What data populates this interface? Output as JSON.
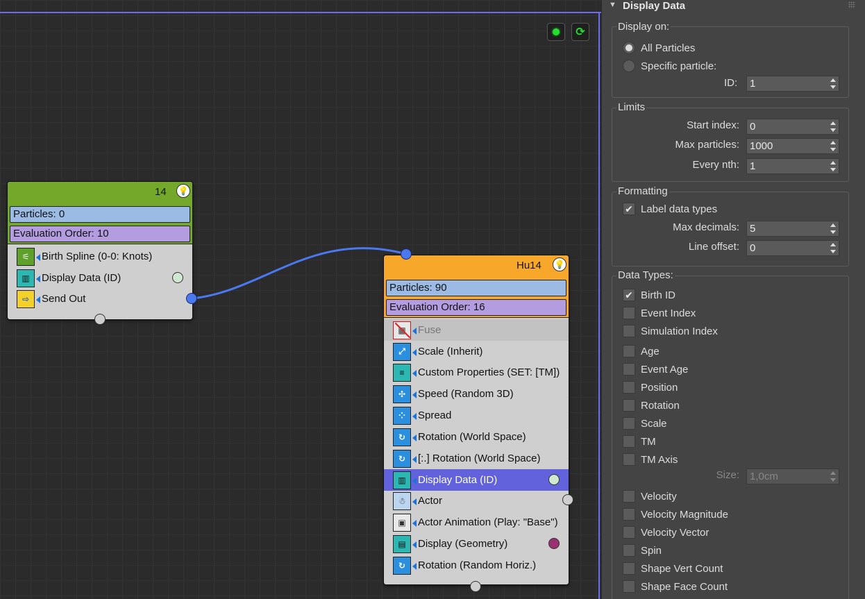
{
  "canvas": {
    "node_birth": {
      "title": "14",
      "particles": "Particles: 0",
      "eval_order": "Evaluation Order: 10",
      "operators": [
        {
          "label": "Birth Spline (0-0: Knots)",
          "icon": "birth-spline-icon",
          "glyph": "⚟"
        },
        {
          "label": "Display Data (ID)",
          "icon": "display-data-icon",
          "glyph": "▥"
        },
        {
          "label": "Send Out",
          "icon": "send-out-icon",
          "glyph": "⇨"
        }
      ]
    },
    "node_hu": {
      "title": "Hu14",
      "particles": "Particles: 90",
      "eval_order": "Evaluation Order: 16",
      "operators": [
        {
          "label": "Fuse",
          "icon": "fuse-icon",
          "glyph": "▦"
        },
        {
          "label": "Scale (Inherit)",
          "icon": "scale-icon",
          "glyph": "⤢"
        },
        {
          "label": "Custom Properties (SET: [TM])",
          "icon": "custom-properties-icon",
          "glyph": "≡"
        },
        {
          "label": "Speed (Random 3D)",
          "icon": "speed-icon",
          "glyph": "✣"
        },
        {
          "label": "Spread",
          "icon": "spread-icon",
          "glyph": "⁘"
        },
        {
          "label": "Rotation (World Space)",
          "icon": "rotation-icon",
          "glyph": "↻"
        },
        {
          "label": "[:.] Rotation (World Space)",
          "icon": "rotation-icon",
          "glyph": "↻"
        },
        {
          "label": "Display Data (ID)",
          "icon": "display-data-icon",
          "glyph": "▥"
        },
        {
          "label": "Actor",
          "icon": "actor-icon",
          "glyph": "☃"
        },
        {
          "label": "Actor Animation (Play: \"Base\")",
          "icon": "actor-animation-icon",
          "glyph": "▣"
        },
        {
          "label": "Display (Geometry)",
          "icon": "display-geometry-icon",
          "glyph": "▤"
        },
        {
          "label": "Rotation (Random Horiz.)",
          "icon": "rotation-icon",
          "glyph": "↻"
        }
      ]
    },
    "toolbar": {
      "refresh_glyph": "⟳"
    },
    "bulb_glyph": "💡"
  },
  "panel": {
    "rollout_title": "Display Data",
    "display_on": {
      "label": "Display on:",
      "all_particles": "All Particles",
      "specific_particle": "Specific particle:",
      "id_label": "ID:",
      "id_value": "1",
      "selected": "All Particles"
    },
    "limits": {
      "label": "Limits",
      "start_index_label": "Start index:",
      "start_index": "0",
      "max_particles_label": "Max particles:",
      "max_particles": "1000",
      "every_nth_label": "Every nth:",
      "every_nth": "1"
    },
    "formatting": {
      "label": "Formatting",
      "label_data_types": "Label data types",
      "label_data_types_checked": true,
      "max_decimals_label": "Max decimals:",
      "max_decimals": "5",
      "line_offset_label": "Line offset:",
      "line_offset": "0"
    },
    "data_types": {
      "label": "Data Types:",
      "items": [
        {
          "label": "Birth ID",
          "checked": true
        },
        {
          "label": "Event Index",
          "checked": false
        },
        {
          "label": "Simulation Index",
          "checked": false
        },
        {
          "label": "Age",
          "checked": false
        },
        {
          "label": "Event Age",
          "checked": false
        },
        {
          "label": "Position",
          "checked": false
        },
        {
          "label": "Rotation",
          "checked": false
        },
        {
          "label": "Scale",
          "checked": false
        },
        {
          "label": "TM",
          "checked": false
        },
        {
          "label": "TM Axis",
          "checked": false
        },
        {
          "label": "Velocity",
          "checked": false
        },
        {
          "label": "Velocity Magnitude",
          "checked": false
        },
        {
          "label": "Velocity Vector",
          "checked": false
        },
        {
          "label": "Spin",
          "checked": false
        },
        {
          "label": "Shape Vert Count",
          "checked": false
        },
        {
          "label": "Shape Face Count",
          "checked": false
        }
      ],
      "size_label": "Size:",
      "size_value": "1,0cm",
      "check_glyph": "✔"
    }
  },
  "colors": {
    "node_birth_header": "#73a82a",
    "node_hu_header": "#f7a72a",
    "selection": "#6262dc",
    "wire": "#4a78f0"
  }
}
